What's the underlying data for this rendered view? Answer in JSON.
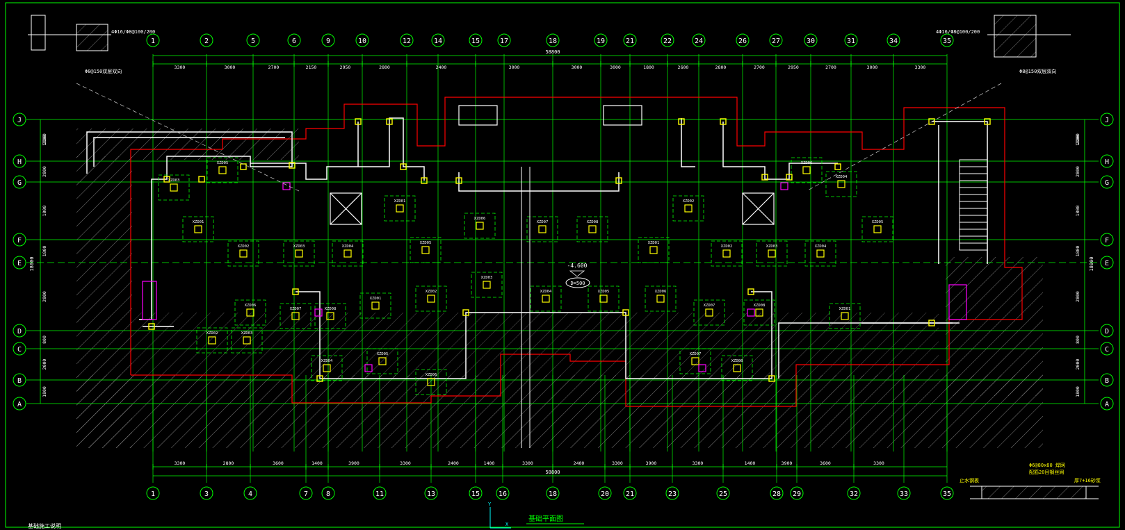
{
  "colors": {
    "background": "#000000",
    "grid": "#00ff00",
    "wall": "#ffffff",
    "footing": "#ffff00",
    "pile": "#ff00ff",
    "boundary": "#ff0000",
    "text": "#ffffff",
    "dim": "#00ffff"
  },
  "top_axes": [
    "1",
    "2",
    "5",
    "6",
    "9",
    "10",
    "12",
    "14",
    "15",
    "17",
    "18",
    "19",
    "21",
    "22",
    "24",
    "26",
    "27",
    "30",
    "31",
    "34",
    "35"
  ],
  "bottom_axes": [
    "1",
    "3",
    "4",
    "7",
    "8",
    "11",
    "13",
    "15",
    "16",
    "18",
    "20",
    "21",
    "23",
    "25",
    "28",
    "29",
    "32",
    "33",
    "35"
  ],
  "row_axes": [
    "J",
    "H",
    "G",
    "F",
    "E",
    "D",
    "C",
    "B",
    "A"
  ],
  "top_dims": [
    "3300",
    "3000",
    "2700",
    "2150",
    "2950",
    "2800",
    "2400",
    "3000",
    "3000",
    "3000",
    "1800",
    "2600",
    "2800",
    "2700",
    "2950",
    "2700",
    "3000",
    "3300"
  ],
  "bottom_dims": [
    "3300",
    "2800",
    "3600",
    "1400",
    "3900",
    "3300",
    "2400",
    "1400",
    "3300",
    "2400",
    "3300",
    "3900",
    "3300",
    "1400",
    "3900",
    "3600",
    "3300"
  ],
  "overall_dim": "58800",
  "left_dims": [
    "2200",
    "1200",
    "2800",
    "1000",
    "1800",
    "2800",
    "800",
    "2000",
    "1800"
  ],
  "left_total": "18000",
  "labels": {
    "drawing_title": "基础平面图",
    "notes_title": "基础施工说明",
    "elevation_center": "-4.600",
    "oval_tag": "D=500",
    "corner_note_left": "4Φ16/Φ8@100/200",
    "corner_note_right": "4Φ16/Φ8@100/200",
    "callout_left": "Φ8@150双层双向",
    "callout_right": "Φ8@150双层双向",
    "detail_note_1": "Φ6@80x80 焊网",
    "detail_note_2": "厚7+16砂浆",
    "detail_note_3": "配筋20目钢丝网",
    "detail_label": "止水钢板"
  },
  "footing_tags": [
    "XZD01",
    "XZD02",
    "XZD03",
    "XZD04",
    "XZD05",
    "XZD06",
    "XZD07",
    "XZD08"
  ]
}
